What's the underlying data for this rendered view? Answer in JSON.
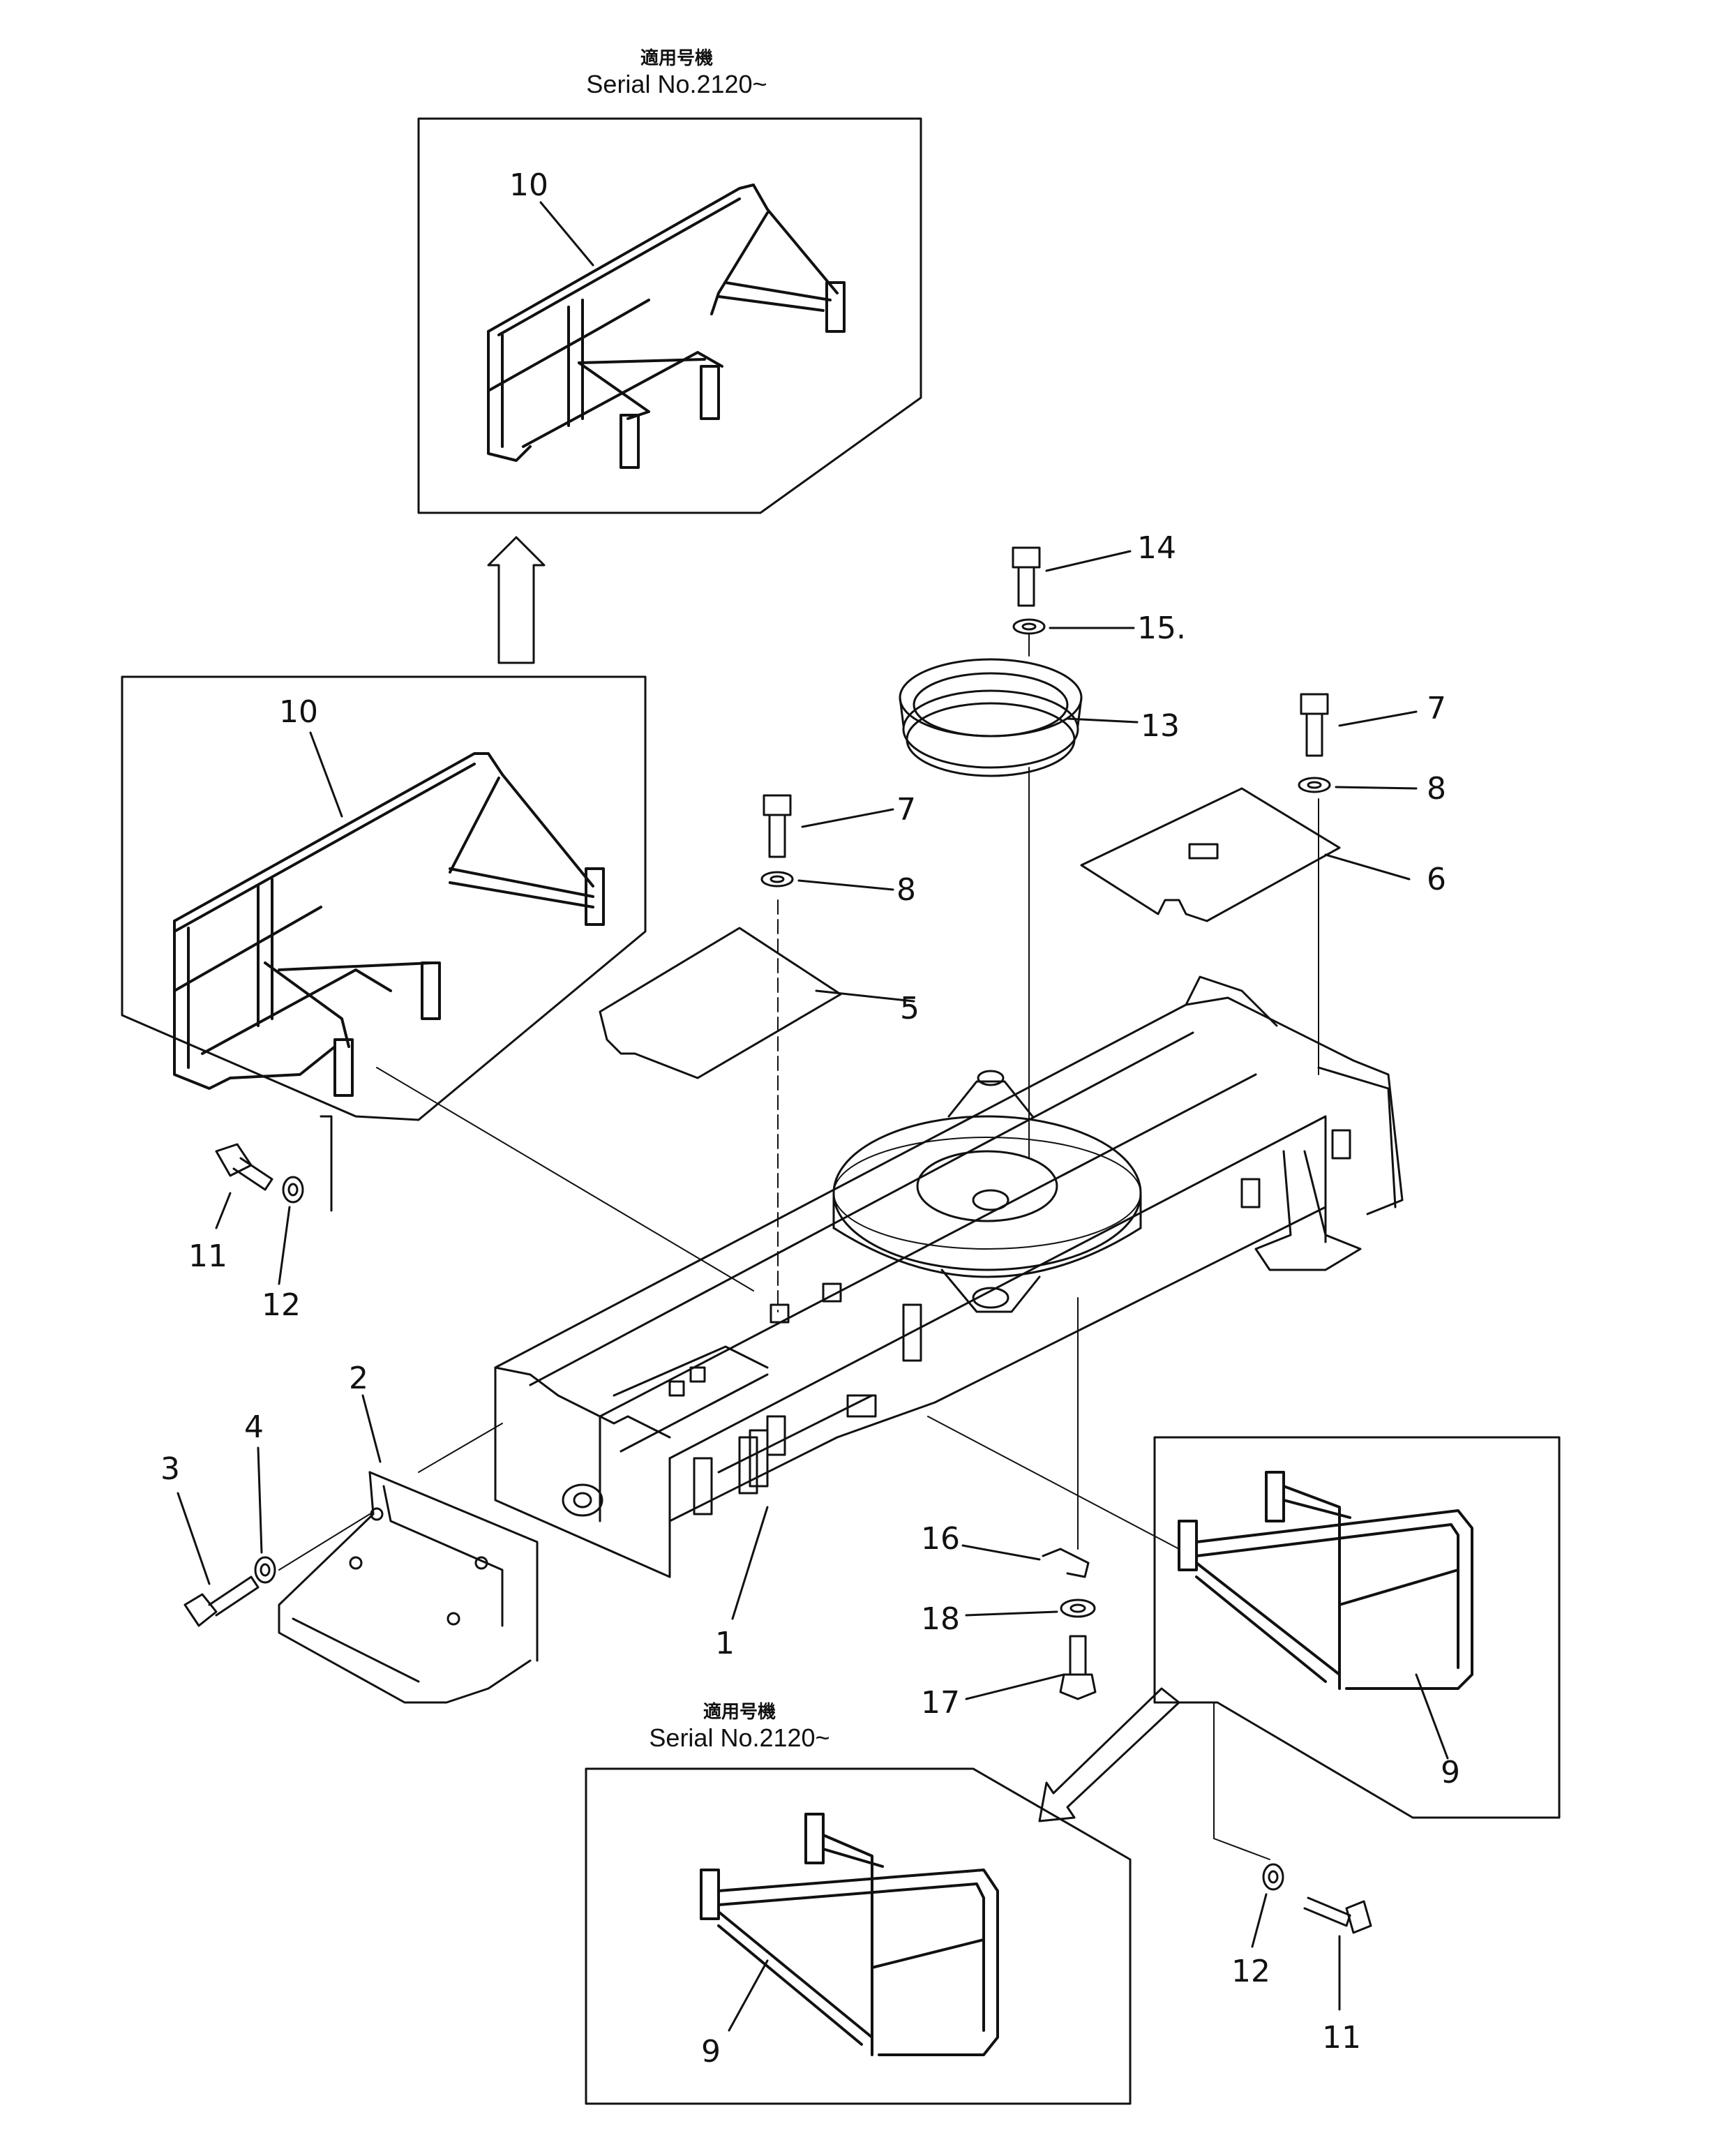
{
  "captions": {
    "top": {
      "applicable": "適用号機",
      "serial": "Serial No.2120~"
    },
    "bottom": {
      "applicable": "適用号機",
      "serial": "Serial No.2120~"
    }
  },
  "callouts": {
    "c1": "1",
    "c2": "2",
    "c3": "3",
    "c4": "4",
    "c5": "5",
    "c6": "6",
    "c7a": "7",
    "c7b": "7",
    "c8a": "8",
    "c8b": "8",
    "c9a": "9",
    "c9b": "9",
    "c10a": "10",
    "c10b": "10",
    "c11a": "11",
    "c11b": "11",
    "c12a": "12",
    "c12b": "12",
    "c13": "13",
    "c14": "14",
    "c15": "15.",
    "c16": "16",
    "c17": "17",
    "c18": "18"
  },
  "colors": {
    "ink": "#111111",
    "paper": "#ffffff"
  }
}
